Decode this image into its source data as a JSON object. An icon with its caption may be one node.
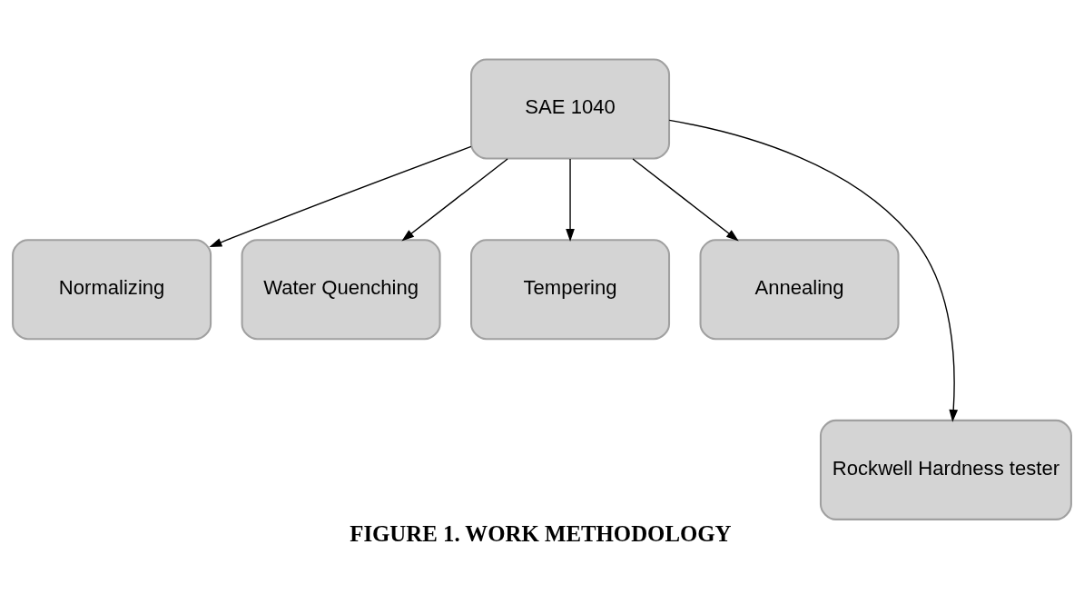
{
  "diagram": {
    "caption": "FIGURE 1. WORK METHODOLOGY",
    "nodes": [
      {
        "text": [
          "SAE 1040"
        ]
      },
      {
        "text": [
          "Normalizing"
        ]
      },
      {
        "text": [
          "Water Quenching"
        ]
      },
      {
        "text": [
          "Tempering"
        ]
      },
      {
        "text": [
          "Annealing"
        ]
      },
      {
        "text": [
          "Rockwell Hardness tester"
        ]
      }
    ],
    "edges": [
      {
        "from": 0,
        "to": 1,
        "arrow": "to"
      },
      {
        "from": 0,
        "to": 2,
        "arrow": "to"
      },
      {
        "from": 0,
        "to": 5,
        "arrow": "to"
      },
      {
        "from": 0,
        "to": 3,
        "arrow": "to"
      },
      {
        "from": 0,
        "to": 4,
        "arrow": "to"
      }
    ]
  }
}
